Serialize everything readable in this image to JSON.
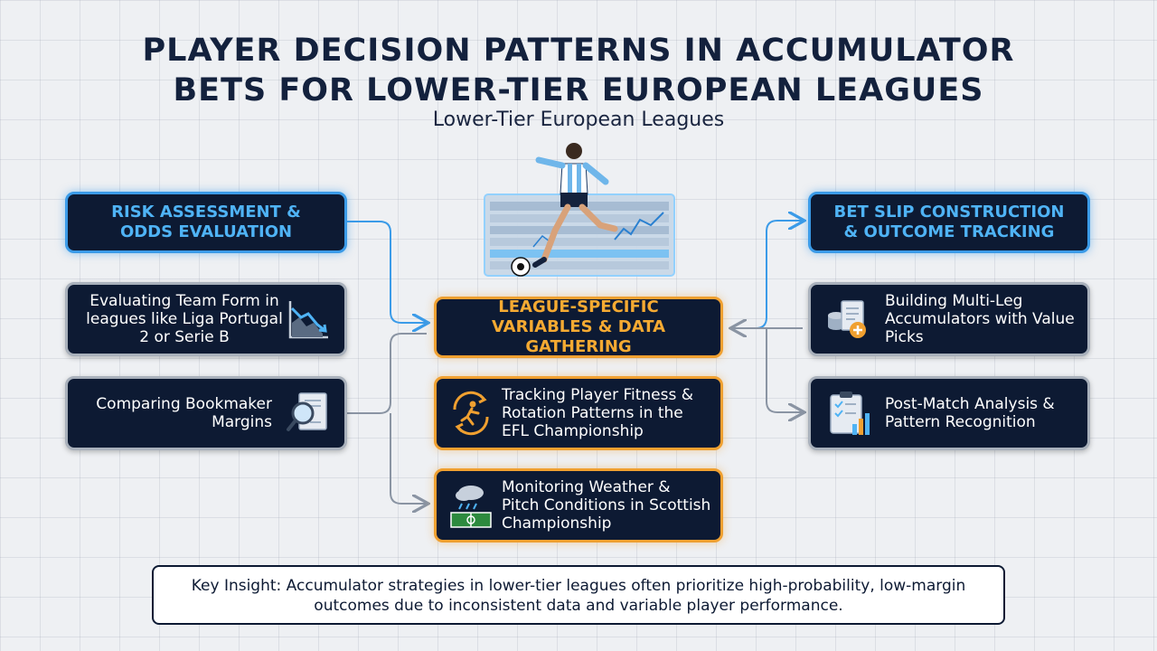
{
  "title_line1": "PLAYER DECISION PATTERNS IN ACCUMULATOR",
  "title_line2": "BETS FOR LOWER-TIER EUROPEAN LEAGUES",
  "subtitle": "Lower-Tier European Leagues",
  "left": {
    "header": "RISK ASSESSMENT & ODDS EVALUATION",
    "item1": "Evaluating Team Form in leagues like Liga Portugal 2 or Serie B",
    "item1_icon": "declining-chart-icon",
    "item2": "Comparing Bookmaker Margins",
    "item2_icon": "magnifier-document-icon"
  },
  "center": {
    "header": "LEAGUE-SPECIFIC VARIABLES & DATA GATHERING",
    "item1": "Tracking Player Fitness & Rotation Patterns in the EFL Championship",
    "item1_icon": "player-rotation-icon",
    "item2": "Monitoring Weather & Pitch Conditions in Scottish Championship",
    "item2_icon": "weather-pitch-icon"
  },
  "right": {
    "header": "BET SLIP CONSTRUCTION & OUTCOME TRACKING",
    "item1": "Building Multi-Leg Accumulators with Value Picks",
    "item1_icon": "coins-slip-add-icon",
    "item2": "Post-Match Analysis & Pattern Recognition",
    "item2_icon": "clipboard-chart-icon"
  },
  "insight": "Key Insight: Accumulator strategies in lower-tier leagues often prioritize high-probability, low-margin outcomes due to inconsistent data and variable player performance.",
  "colors": {
    "navy": "#0d1a33",
    "blue_accent": "#3b9be8",
    "orange_accent": "#f0a030",
    "gray_border": "#a8b0bb"
  }
}
